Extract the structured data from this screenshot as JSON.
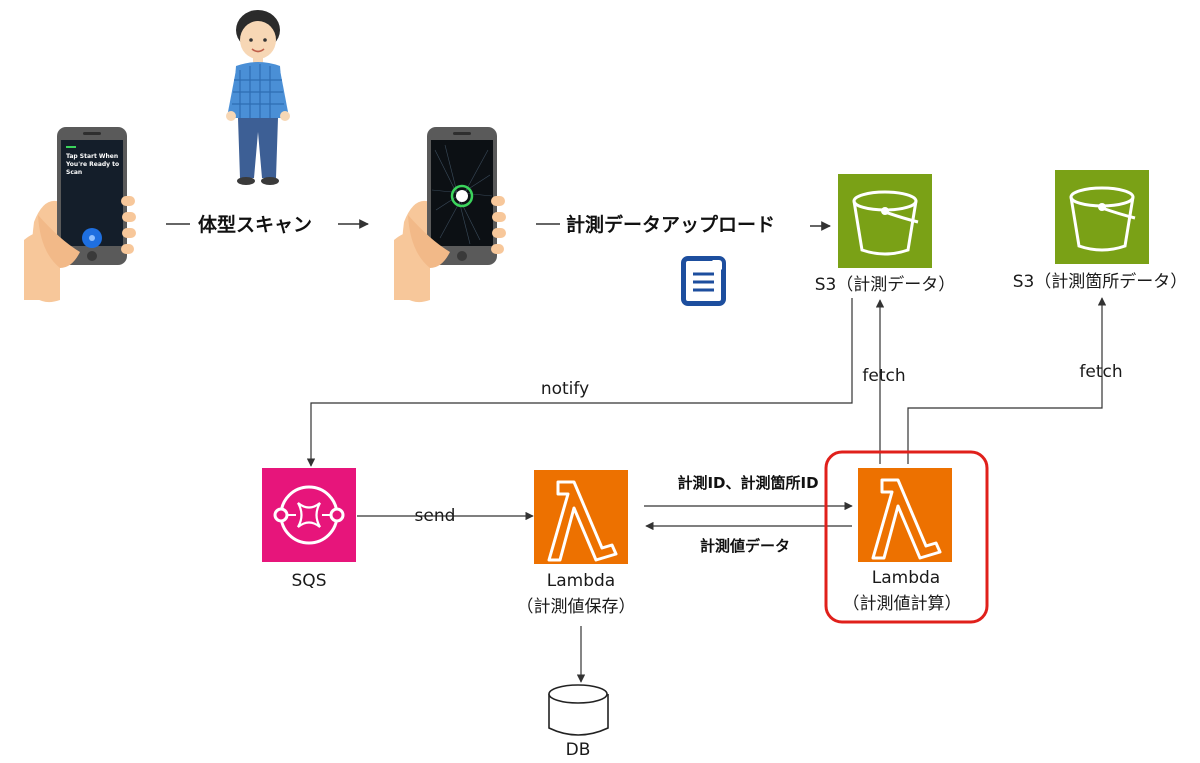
{
  "flow": {
    "scan_label": "体型スキャン",
    "upload_label": "計測データアップロード"
  },
  "phone_screen": {
    "line1": "Tap Start When",
    "line2": "You're Ready to",
    "line3": "Scan"
  },
  "nodes": {
    "s3_data": "S3（計測データ）",
    "s3_location": "S3（計測箇所データ）",
    "sqs": "SQS",
    "lambda_save": {
      "name": "Lambda",
      "desc": "（計測値保存）"
    },
    "lambda_calc": {
      "name": "Lambda",
      "desc": "（計測値計算）"
    },
    "db": "DB"
  },
  "edges": {
    "notify": "notify",
    "fetch_data": "fetch",
    "fetch_location": "fetch",
    "send": "send",
    "ids": "計測ID、計測箇所ID",
    "result": "計測値データ"
  },
  "colors": {
    "s3": "#7AA116",
    "sqs": "#E7157B",
    "lambda": "#ED7100",
    "highlight": "#E0201B",
    "doc": "#1D4E9E"
  }
}
